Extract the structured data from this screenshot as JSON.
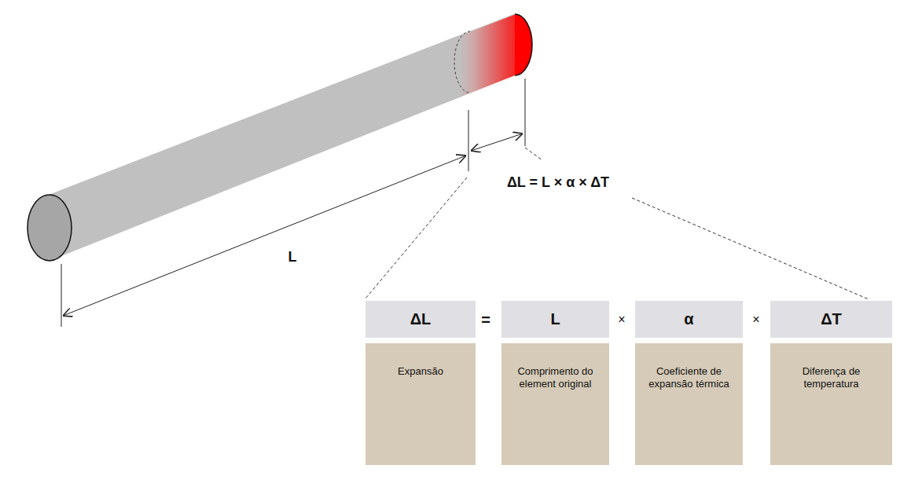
{
  "diagram": {
    "nodes": [
      {
        "text": [
          "ΔL"
        ]
      },
      {
        "text": [
          "L"
        ]
      },
      {
        "text": [
          "α"
        ]
      },
      {
        "text": [
          "ΔT"
        ]
      },
      {
        "text": [
          "Expansão"
        ]
      },
      {
        "text": [
          "Comprimento do element original"
        ]
      },
      {
        "text": [
          "Coeficiente de expansão térmica"
        ]
      },
      {
        "text": [
          "Diferença de temperatura"
        ]
      }
    ],
    "labels": [
      "L",
      "ΔL = L × α × ΔT",
      "=",
      "×",
      "×"
    ]
  }
}
